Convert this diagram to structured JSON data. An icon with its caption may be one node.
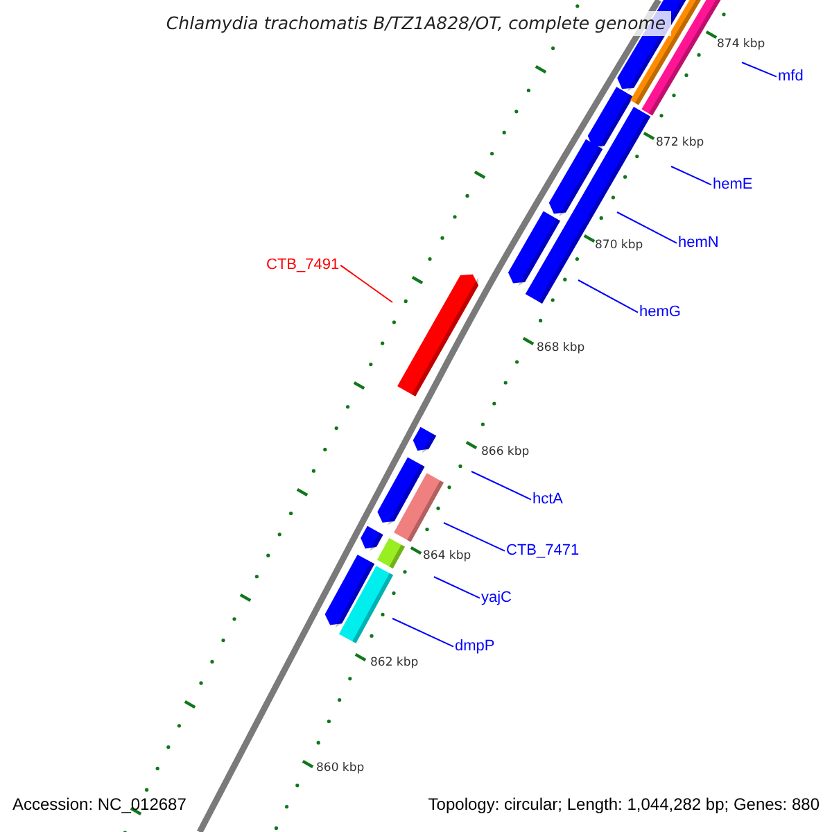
{
  "diagram": {
    "title": "Chlamydia trachomatis B/TZ1A828/OT, complete genome",
    "nodes": [
      {
        "text": [
          "mfd"
        ]
      },
      {
        "text": [
          "hemE"
        ]
      },
      {
        "text": [
          "hemN"
        ]
      },
      {
        "text": [
          "CTB_7491"
        ]
      },
      {
        "text": [
          "hemG"
        ]
      },
      {
        "text": [
          "hctA"
        ]
      },
      {
        "text": [
          "CTB_7471"
        ]
      },
      {
        "text": [
          "yajC"
        ]
      },
      {
        "text": [
          "dmpP"
        ]
      }
    ],
    "edges": [
      {
        "from": 0,
        "to": null,
        "arrow": "none"
      },
      {
        "from": 1,
        "to": null,
        "arrow": "none"
      },
      {
        "from": 2,
        "to": null,
        "arrow": "none"
      },
      {
        "from": 3,
        "to": null,
        "arrow": "none",
        "color": "#ff0000"
      },
      {
        "from": 4,
        "to": null,
        "arrow": "none"
      },
      {
        "from": 5,
        "to": null,
        "arrow": "none"
      },
      {
        "from": 6,
        "to": null,
        "arrow": "none"
      },
      {
        "from": 7,
        "to": null,
        "arrow": "none"
      },
      {
        "from": 8,
        "to": null,
        "arrow": "none"
      }
    ],
    "labels": [
      "874 kbp",
      "872 kbp",
      "870 kbp",
      "868 kbp",
      "866 kbp",
      "864 kbp",
      "862 kbp",
      "860 kbp",
      "Accession: NC_012687",
      "Topology: circular; Length: 1,044,282 bp; Genes: 880"
    ]
  }
}
